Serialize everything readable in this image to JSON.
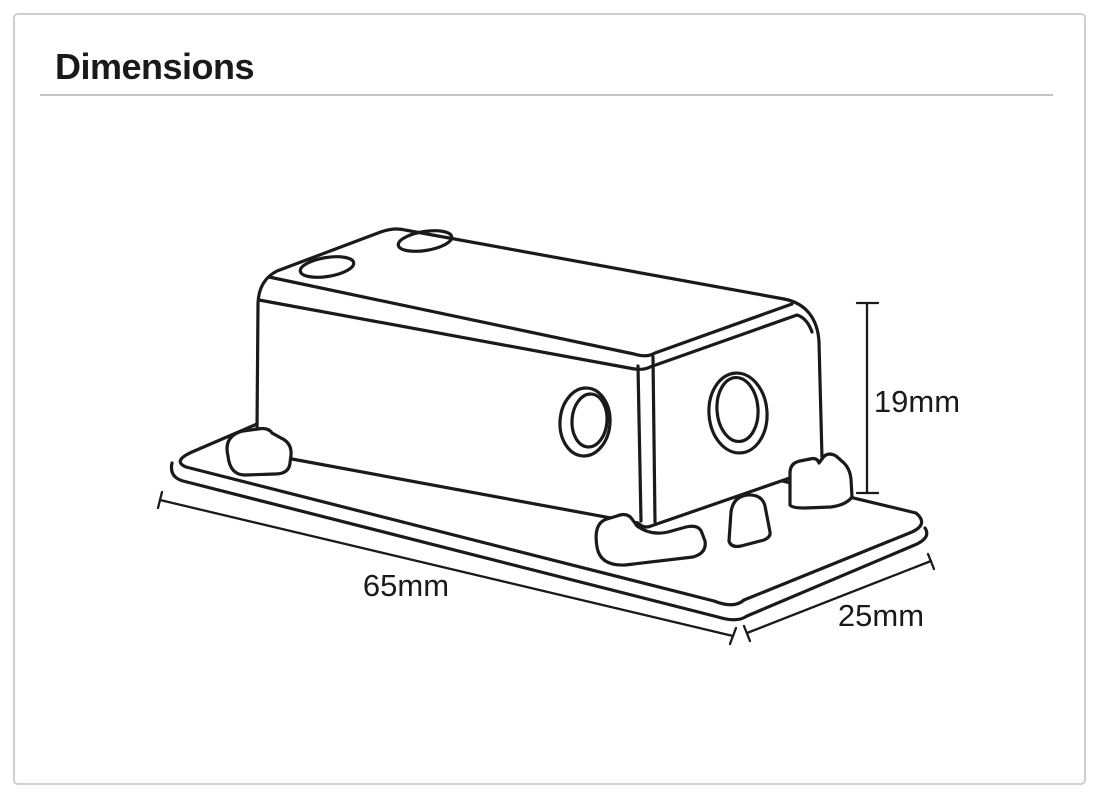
{
  "page": {
    "title": "Dimensions"
  },
  "theme": {
    "background": "#ffffff",
    "panel_border_color": "#cfcfcf",
    "rule_color": "#c4c4c4",
    "line_color": "#1a1a1a",
    "text_color": "#1a1a1a"
  },
  "diagram": {
    "description": "Isometric technical line drawing of a rectangular enclosure with two holes on top, one hole on the front face and one hole on the end face, mounted on a flat base plate with four retaining clips",
    "dimensions": {
      "length": {
        "label": "65mm"
      },
      "width": {
        "label": "25mm"
      },
      "height": {
        "label": "19mm"
      }
    }
  }
}
